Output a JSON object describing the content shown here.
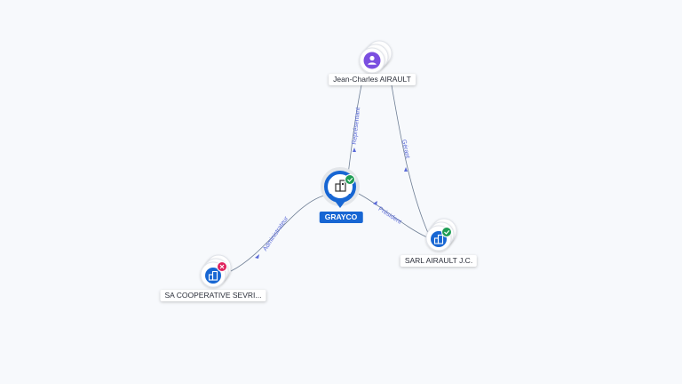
{
  "colors": {
    "edge": "#6f7f95",
    "edge_label": "#5a6ad8",
    "company": "#1766d3",
    "person": "#7b4fe0",
    "active": "#1f9d55",
    "closed": "#e0245e"
  },
  "nodes": {
    "person": {
      "label": "Jean-Charles AIRAULT",
      "icon": "person-icon"
    },
    "grayco": {
      "label": "GRAYCO",
      "icon": "building-icon",
      "status": "active"
    },
    "sarl": {
      "label": "SARL AIRAULT J.C.",
      "icon": "building-icon",
      "status": "active"
    },
    "sa": {
      "label": "SA COOPERATIVE SEVRI...",
      "icon": "building-icon",
      "status": "closed"
    }
  },
  "edges": {
    "representant": "Représentant",
    "gerant": "Gérant",
    "president": "Président",
    "administrateur": "Administrateur"
  }
}
